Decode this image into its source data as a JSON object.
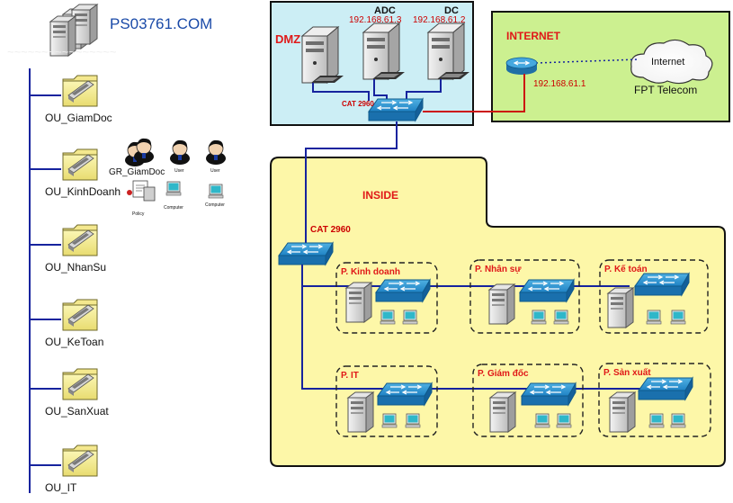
{
  "site_title": "PS03761.COM",
  "ou_tree": {
    "units": [
      "OU_GiamDoc",
      "OU_KinhDoanh",
      "OU_NhanSu",
      "OU_KeToan",
      "OU_SanXuat",
      "OU_IT"
    ],
    "group": {
      "name": "GR_GiamDoc",
      "user1": "User",
      "user2": "User",
      "policy": "Policy",
      "computer1": "Computer",
      "computer2": "Computer"
    }
  },
  "dmz": {
    "title": "DMZ",
    "adc_name": "ADC",
    "adc_ip": "192.168.61.3",
    "dc_name": "DC",
    "dc_ip": "192.168.61.2",
    "switch_label": "CAT 2960"
  },
  "internet": {
    "title": "INTERNET",
    "router_ip": "192.168.61.1",
    "cloud_label": "Internet",
    "isp": "FPT Telecom"
  },
  "inside": {
    "title": "INSIDE",
    "switch_label": "CAT 2960",
    "departments": [
      "P. Kinh doanh",
      "P. Nhân sự",
      "P. Kế toán",
      "P. IT",
      "P. Giám đốc",
      "P. Sản xuất"
    ]
  },
  "colors": {
    "dmz_fill": "#cceef5",
    "internet_fill": "#ccf090",
    "inside_fill": "#fdf7a8",
    "title_red": "#e01818",
    "ip_red": "#cc0000",
    "logo_blue": "#1a4aa8",
    "link_blue": "#16239e"
  }
}
